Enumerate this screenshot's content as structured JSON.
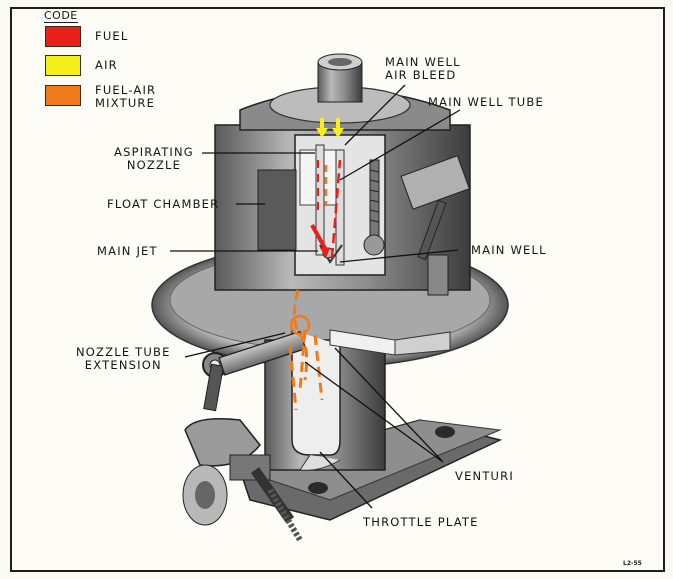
{
  "legend": {
    "title": "CODE",
    "items": [
      {
        "label": "FUEL",
        "color": "#e8201c"
      },
      {
        "label": "AIR",
        "color": "#f6f01a"
      },
      {
        "label": "FUEL-AIR\nMIXTURE",
        "label_line1": "FUEL-AIR",
        "label_line2": "MIXTURE",
        "color": "#f07a1a"
      }
    ]
  },
  "labels": {
    "main_well_air_bleed": {
      "line1": "MAIN WELL",
      "line2": "AIR BLEED"
    },
    "main_well_tube": "MAIN WELL TUBE",
    "aspirating_nozzle": {
      "line1": "ASPIRATING",
      "line2": "NOZZLE"
    },
    "float_chamber": "FLOAT CHAMBER",
    "main_jet": "MAIN JET",
    "main_well": "MAIN WELL",
    "nozzle_tube_extension": {
      "line1": "NOZZLE TUBE",
      "line2": "EXTENSION"
    },
    "venturi": "VENTURI",
    "throttle_plate": "THROTTLE PLATE"
  },
  "figure_id": "L2-55",
  "colors": {
    "fuel": "#e8201c",
    "air": "#f6f01a",
    "mixture": "#f07a1a"
  }
}
